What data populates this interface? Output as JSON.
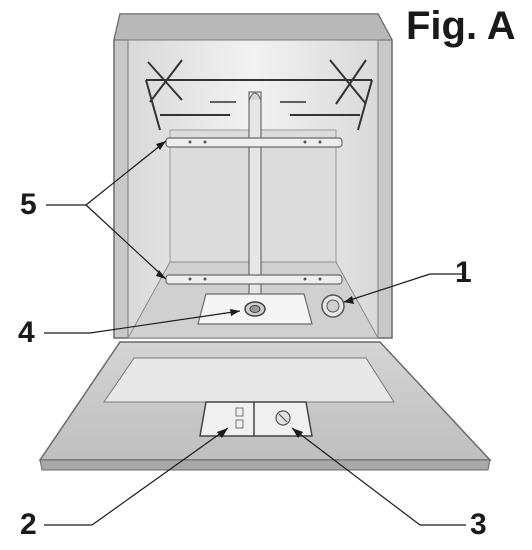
{
  "figure": {
    "title": "Fig. A"
  },
  "callouts": {
    "c1": "1",
    "c2": "2",
    "c3": "3",
    "c4": "4",
    "c5": "5"
  },
  "colors": {
    "cabinet": "#c9c9c9",
    "cavity": "#e4e4e4",
    "back_wall": "#d6d6d6",
    "door": "#cfcfcf",
    "door_inner": "#e9e9e9",
    "outline": "#6a6a6a",
    "line": "#1a1a1a"
  }
}
